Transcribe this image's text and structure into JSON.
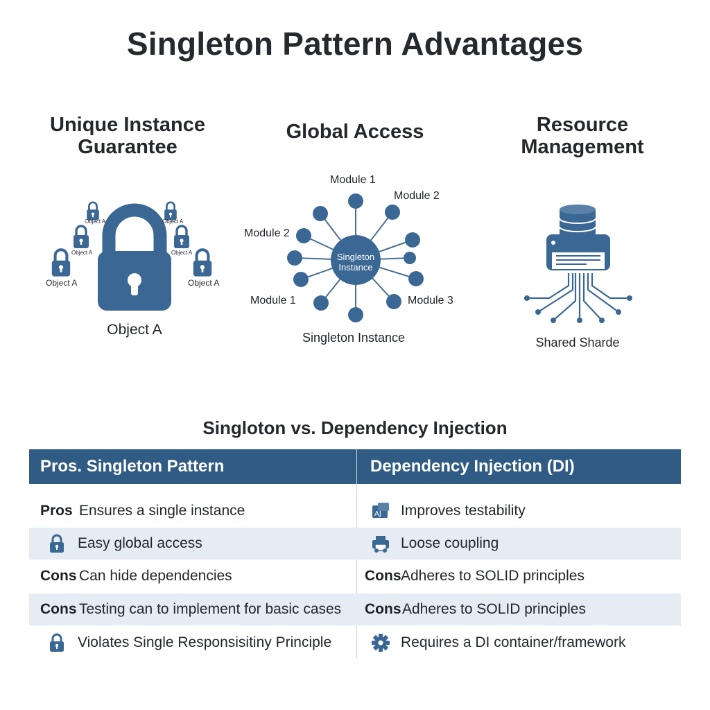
{
  "title": "Singleton Pattern Advantages",
  "colors": {
    "accent": "#3b6794",
    "header": "#2f5b85",
    "shade": "#e5ecf3"
  },
  "panels": {
    "unique": {
      "title_line1": "Unique Instance",
      "title_line2": "Guarantee",
      "main_label": "Object A",
      "small_labels": [
        "Object A",
        "Object A",
        "Object A",
        "Object A",
        "Object A",
        "Object A"
      ],
      "icon": "padlock-icon"
    },
    "global": {
      "title": "Global Access",
      "hub_line1": "Singleton",
      "hub_line2": "Instance",
      "caption": "Singleton Instance",
      "modules": [
        "Module 1",
        "Module 2",
        "Module 2",
        "Module 1",
        "Module 3"
      ],
      "icon": "network-hub-icon"
    },
    "resource": {
      "title_line1": "Resource",
      "title_line2": "Management",
      "caption": "Shared Sharde",
      "icon": "printer-database-icon"
    }
  },
  "comparison": {
    "title": "Singloton vs. Dependency Injection",
    "header_left": "Pros. Singleton Pattern",
    "header_right": "Dependency Injection (DI)",
    "rows": [
      {
        "left_tag": "Pros",
        "left_text": "Ensures a single instance",
        "left_icon": "",
        "right_tag": "",
        "right_text": "Improves testability",
        "right_icon": "test-icon"
      },
      {
        "left_tag": "",
        "left_text": "Easy global access",
        "left_icon": "padlock-icon",
        "right_tag": "",
        "right_text": "Loose coupling",
        "right_icon": "printer-icon"
      },
      {
        "left_tag": "Cons",
        "left_text": "Can hide dependencies",
        "left_icon": "",
        "right_tag": "Cons",
        "right_text": "Adheres to SOLID principles",
        "right_icon": ""
      },
      {
        "left_tag": "Cons",
        "left_text": "Testing can to implement for basic cases",
        "left_icon": "",
        "right_tag": "Cons",
        "right_text": "Adheres to SOLID principles",
        "right_icon": ""
      },
      {
        "left_tag": "",
        "left_text": "Violates Single Responsisitiny Principle",
        "left_icon": "padlock-icon",
        "right_tag": "",
        "right_text": "Requires a DI container/framework",
        "right_icon": "gear-icon"
      }
    ]
  }
}
